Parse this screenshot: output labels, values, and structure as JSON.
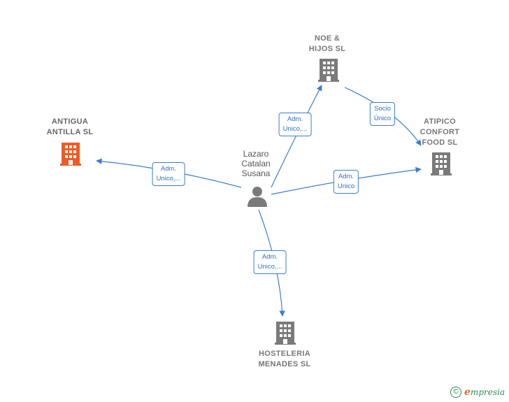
{
  "person": {
    "name_lines": [
      "Lazaro",
      "Catalan",
      "Susana"
    ]
  },
  "companies": {
    "noe": {
      "lines": [
        "NOE &",
        "HIJOS  SL"
      ]
    },
    "antigua": {
      "lines": [
        "ANTIGUA",
        "ANTILLA  SL"
      ]
    },
    "atipico": {
      "lines": [
        "ATIPICO",
        "CONFORT",
        "FOOD  SL"
      ]
    },
    "hosteleria": {
      "lines": [
        "HOSTELERIA",
        "MENADES  SL"
      ]
    }
  },
  "edges": {
    "to_noe": {
      "lines": [
        "Adm.",
        "Unico,..."
      ]
    },
    "to_antigua": {
      "lines": [
        "Adm.",
        "Unico,..."
      ]
    },
    "to_atipico": {
      "lines": [
        "Adm.",
        "Unico"
      ]
    },
    "to_hosteleria": {
      "lines": [
        "Adm.",
        "Unico,..."
      ]
    },
    "noe_to_atipico": {
      "lines": [
        "Socio",
        "Único"
      ]
    }
  },
  "colors": {
    "edge": "#3a7dd1",
    "building_gray": "#7a7a7a",
    "building_highlight": "#f05a28",
    "person": "#7a7a7a"
  },
  "icons": {
    "company": "building-icon",
    "person": "person-icon"
  },
  "footer": {
    "copyright": "©",
    "brand_initial": "e",
    "brand_rest": "mpresia"
  }
}
